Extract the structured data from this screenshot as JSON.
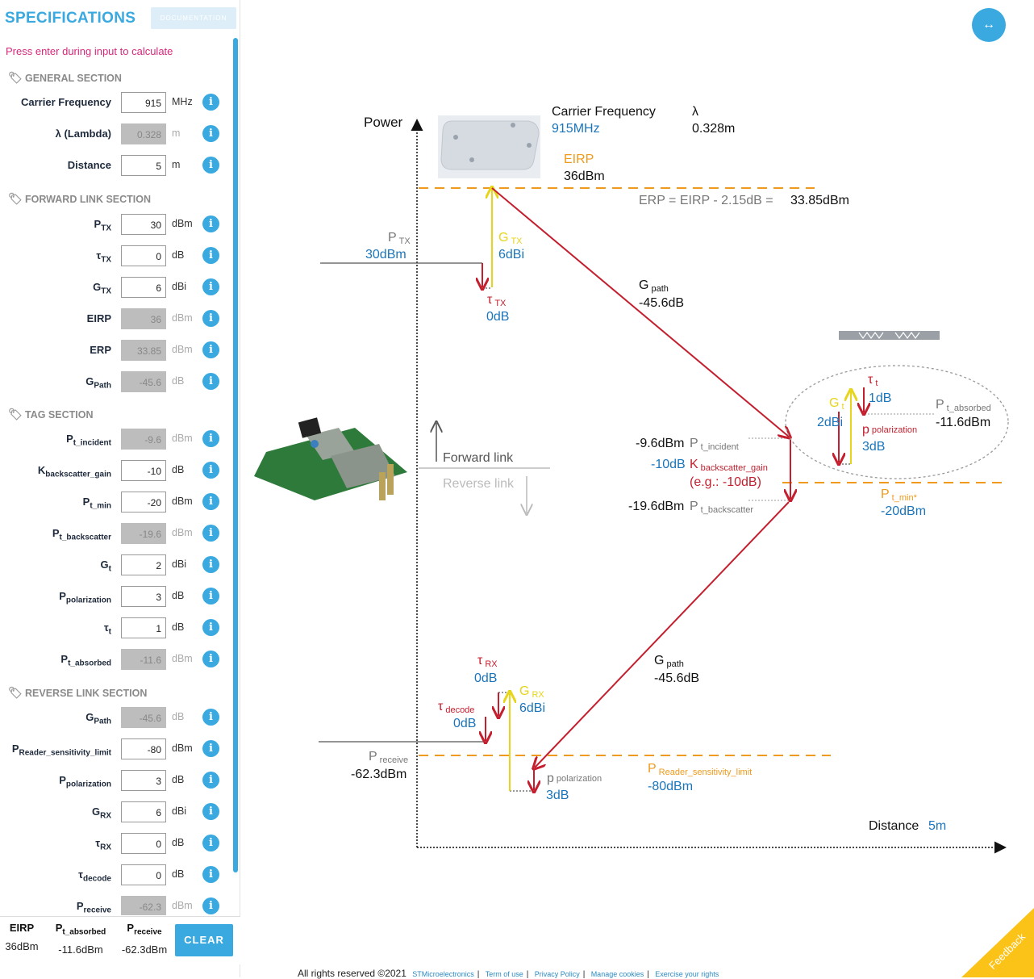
{
  "sidebar": {
    "title": "SPECIFICATIONS",
    "documentation_label": "DOCUMENTATION",
    "hint": "Press enter during input to calculate",
    "sections": {
      "general": "GENERAL SECTION",
      "forward": "FORWARD LINK SECTION",
      "tag": "TAG SECTION",
      "reverse": "REVERSE LINK SECTION"
    },
    "rows": [
      {
        "label_main": "Carrier Frequency",
        "label_sub": "",
        "value": "915",
        "unit": "MHz",
        "readonly": false
      },
      {
        "label_main": "λ (Lambda)",
        "label_sub": "",
        "value": "0.328",
        "unit": "m",
        "readonly": true
      },
      {
        "label_main": "Distance",
        "label_sub": "",
        "value": "5",
        "unit": "m",
        "readonly": false
      },
      {
        "label_main": "P",
        "label_sub": "TX",
        "value": "30",
        "unit": "dBm",
        "readonly": false
      },
      {
        "label_main": "τ",
        "label_sub": "TX",
        "value": "0",
        "unit": "dB",
        "readonly": false
      },
      {
        "label_main": "G",
        "label_sub": "TX",
        "value": "6",
        "unit": "dBi",
        "readonly": false
      },
      {
        "label_main": "EIRP",
        "label_sub": "",
        "value": "36",
        "unit": "dBm",
        "readonly": true
      },
      {
        "label_main": "ERP",
        "label_sub": "",
        "value": "33.85",
        "unit": "dBm",
        "readonly": true
      },
      {
        "label_main": "G",
        "label_sub": "Path",
        "value": "-45.6",
        "unit": "dB",
        "readonly": true
      },
      {
        "label_main": "P",
        "label_sub": "t_incident",
        "value": "-9.6",
        "unit": "dBm",
        "readonly": true
      },
      {
        "label_main": "K",
        "label_sub": "backscatter_gain",
        "value": "-10",
        "unit": "dB",
        "readonly": false
      },
      {
        "label_main": "P",
        "label_sub": "t_min",
        "value": "-20",
        "unit": "dBm",
        "readonly": false
      },
      {
        "label_main": "P",
        "label_sub": "t_backscatter",
        "value": "-19.6",
        "unit": "dBm",
        "readonly": true
      },
      {
        "label_main": "G",
        "label_sub": "t",
        "value": "2",
        "unit": "dBi",
        "readonly": false
      },
      {
        "label_main": "P",
        "label_sub": "polarization",
        "value": "3",
        "unit": "dB",
        "readonly": false
      },
      {
        "label_main": "τ",
        "label_sub": "t",
        "value": "1",
        "unit": "dB",
        "readonly": false
      },
      {
        "label_main": "P",
        "label_sub": "t_absorbed",
        "value": "-11.6",
        "unit": "dBm",
        "readonly": true
      },
      {
        "label_main": "G",
        "label_sub": "Path",
        "value": "-45.6",
        "unit": "dB",
        "readonly": true
      },
      {
        "label_main": "P",
        "label_sub": "Reader_sensitivity_limit",
        "value": "-80",
        "unit": "dBm",
        "readonly": false
      },
      {
        "label_main": "P",
        "label_sub": "polarization",
        "value": "3",
        "unit": "dB",
        "readonly": false
      },
      {
        "label_main": "G",
        "label_sub": "RX",
        "value": "6",
        "unit": "dBi",
        "readonly": false
      },
      {
        "label_main": "τ",
        "label_sub": "RX",
        "value": "0",
        "unit": "dB",
        "readonly": false
      },
      {
        "label_main": "τ",
        "label_sub": "decode",
        "value": "0",
        "unit": "dB",
        "readonly": false
      },
      {
        "label_main": "P",
        "label_sub": "receive",
        "value": "-62.3",
        "unit": "dBm",
        "readonly": true
      }
    ],
    "summary": [
      {
        "label_main": "EIRP",
        "label_sub": "",
        "value": "36dBm"
      },
      {
        "label_main": "P",
        "label_sub": "t_absorbed",
        "value": "-11.6dBm"
      },
      {
        "label_main": "P",
        "label_sub": "receive",
        "value": "-62.3dBm"
      }
    ],
    "clear_label": "CLEAR"
  },
  "expand_icon": "↔",
  "colors": {
    "accent": "#39a9e0",
    "orange": "#ef9a1c",
    "red": "#c41f2e",
    "blue": "#1b75bb",
    "yellow": "#f0e02a",
    "pink": "#d6287d"
  },
  "diagram": {
    "power_label": "Power",
    "carrier_label": "Carrier Frequency",
    "carrier_value": "915MHz",
    "lambda_symbol": "λ",
    "lambda_value": "0.328m",
    "eirp_label": "EIRP",
    "eirp_value": "36dBm",
    "erp_formula": "ERP = EIRP - 2.15dB =",
    "erp_value": "33.85dBm",
    "ptx_main": "P",
    "ptx_sub": "TX",
    "ptx_value": "30dBm",
    "gtx_main": "G",
    "gtx_sub": "TX",
    "gtx_value": "6dBi",
    "tautx_main": "τ",
    "tautx_sub": "TX",
    "tautx_value": "0dB",
    "gpath1_main": "G",
    "gpath1_sub": "path",
    "gpath1_value": "-45.6dB",
    "forward_link": "Forward link",
    "reverse_link": "Reverse link",
    "taut_main": "τ",
    "taut_sub": "t",
    "taut_value": "1dB",
    "gt_main": "G",
    "gt_sub": "t",
    "gt_value": "2dBi",
    "ppol_main": "p",
    "ppol_sub": "polarization",
    "ppol_value": "3dB",
    "pabs_main": "P",
    "pabs_sub": "t_absorbed",
    "pabs_value": "-11.6dBm",
    "pinc_value": "-9.6dBm",
    "pinc_main": "P",
    "pinc_sub": "t_incident",
    "kbs_value": "-10dB",
    "kbs_main": "K",
    "kbs_sub": "backscatter_gain",
    "kbs_example": "(e.g.: -10dB)",
    "pbs_value": "-19.6dBm",
    "pbs_main": "P",
    "pbs_sub": "t_backscatter",
    "ptmin_main": "P",
    "ptmin_sub": "t_min*",
    "ptmin_value": "-20dBm",
    "gpath2_main": "G",
    "gpath2_sub": "path",
    "gpath2_value": "-45.6dB",
    "taurx_main": "τ",
    "taurx_sub": "RX",
    "taurx_value": "0dB",
    "grx_main": "G",
    "grx_sub": "RX",
    "grx_value": "6dBi",
    "taudec_main": "τ",
    "taudec_sub": "decode",
    "taudec_value": "0dB",
    "prec_main": "P",
    "prec_sub": "receive",
    "prec_value": "-62.3dBm",
    "ppol2_main": "p",
    "ppol2_sub": "polarization",
    "ppol2_value": "3dB",
    "psens_main": "P",
    "psens_sub": "Reader_sensitivity_limit",
    "psens_value": "-80dBm",
    "distance_label": "Distance",
    "distance_value": "5m"
  },
  "footer": {
    "copyright": "All rights reserved ©2021",
    "links": [
      "STMicroelectronics",
      "Term of use",
      "Privacy Policy",
      "Manage cookies",
      "Exercise your rights"
    ]
  },
  "feedback_label": "Feedback"
}
